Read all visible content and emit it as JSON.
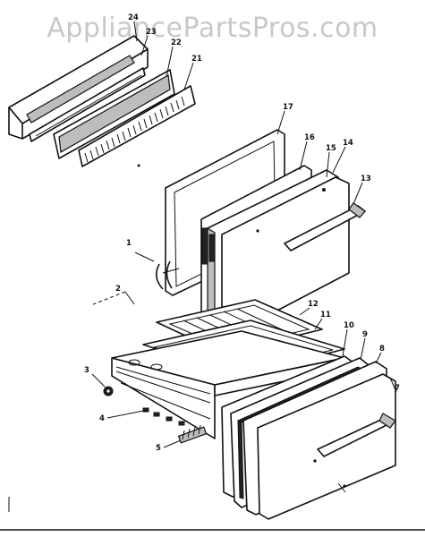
{
  "watermark": "AppliancePartsPros.com",
  "callouts": {
    "c24": "24",
    "c23": "23",
    "c22": "22",
    "c21": "21",
    "c17": "17",
    "c16": "16",
    "c15": "15",
    "c14": "14",
    "c13": "13",
    "c1": "1",
    "c2": "2",
    "c12": "12",
    "c11": "11",
    "c10": "10",
    "c9": "9",
    "c8": "8",
    "c7": "7",
    "c3": "3",
    "c4": "4",
    "c5": "5"
  }
}
